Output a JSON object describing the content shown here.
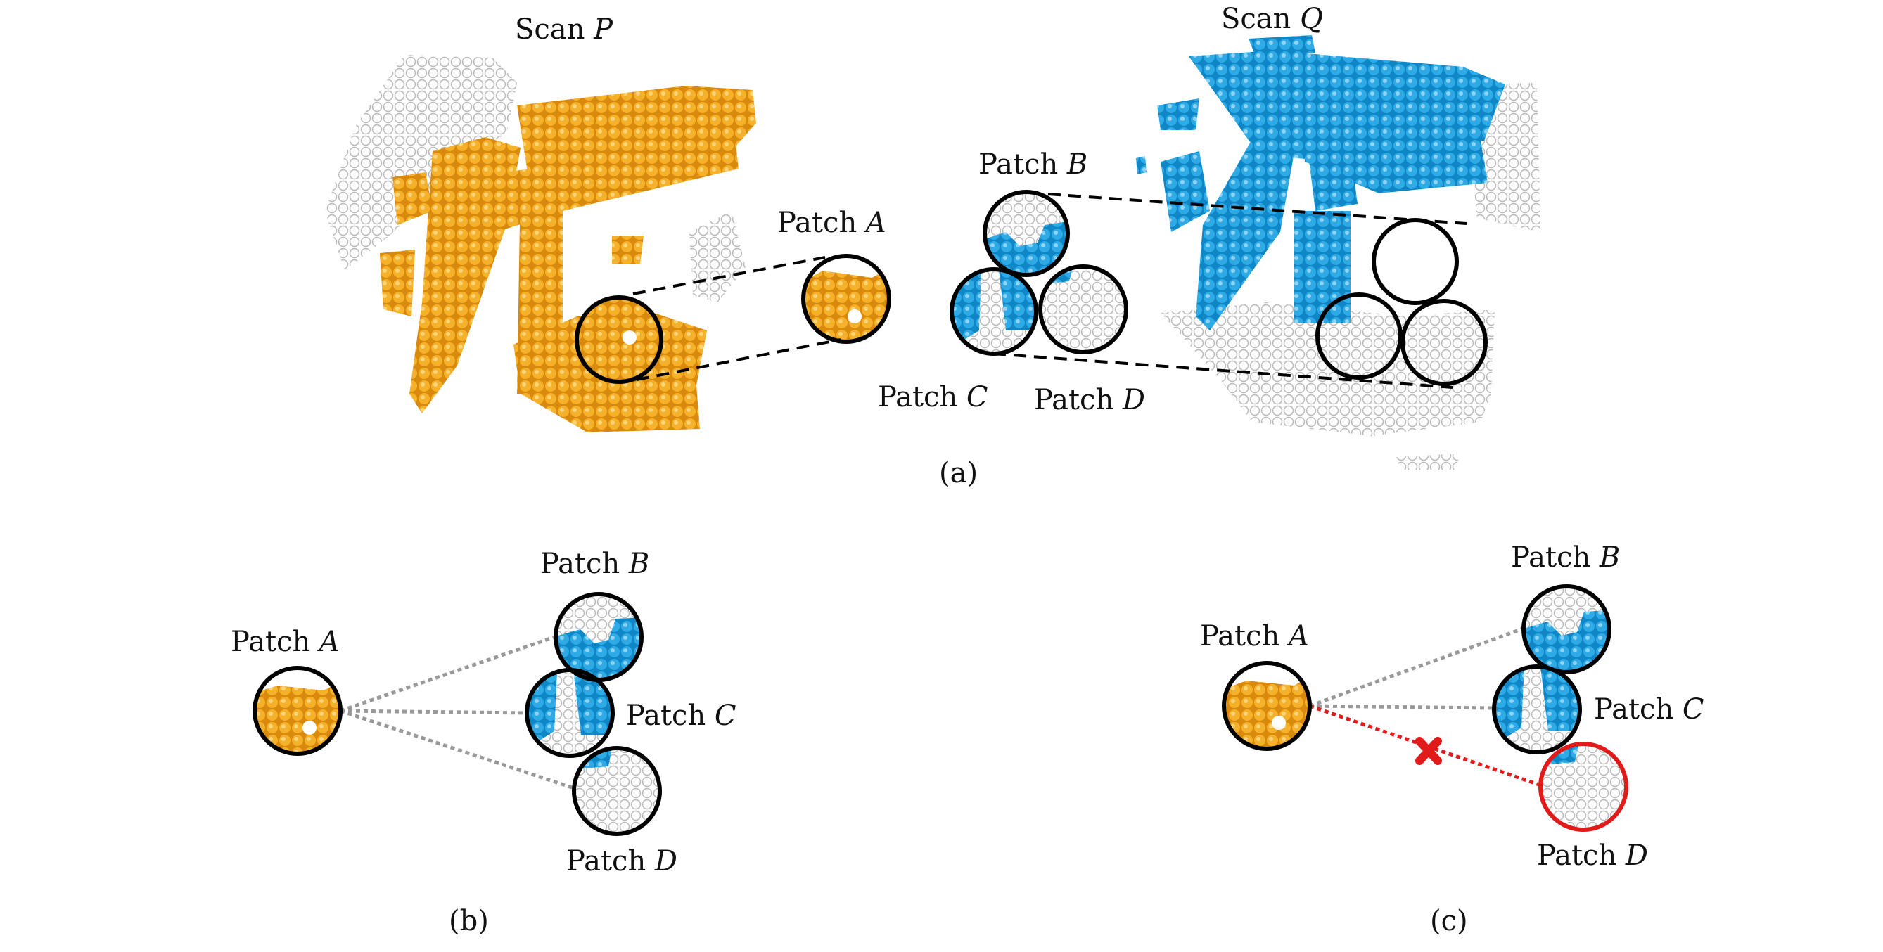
{
  "labels": {
    "scan_p": "Scan",
    "scan_p_var": "P",
    "scan_q": "Scan",
    "scan_q_var": "Q",
    "patch_word": "Patch",
    "patch_a": "A",
    "patch_b": "B",
    "patch_c": "C",
    "patch_d": "D",
    "panel_a": "(a)",
    "panel_b": "(b)",
    "panel_c": "(c)"
  },
  "colors": {
    "scan_p_points": "#f2a413",
    "scan_q_points": "#1fa0df",
    "background_points": "#c9c9c9",
    "circle": "#000000",
    "rejected": "#e11a1a",
    "similarity_line": "#999999"
  }
}
